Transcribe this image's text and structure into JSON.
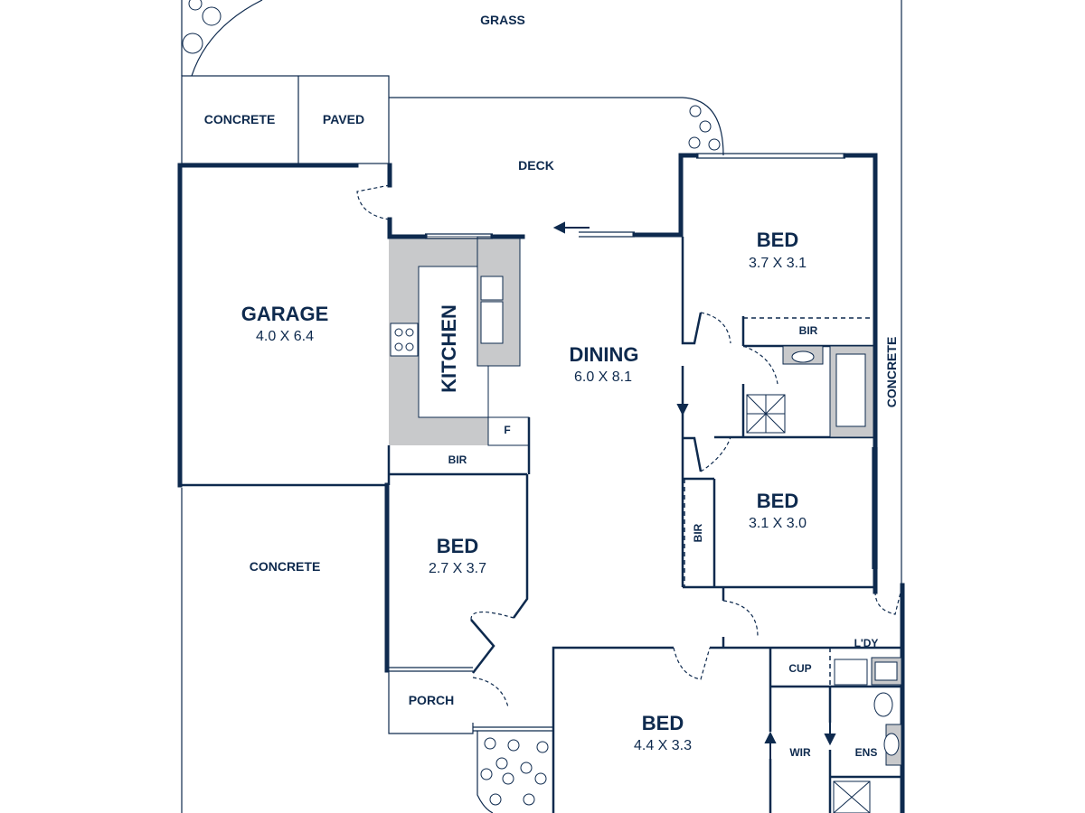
{
  "plan": {
    "colors": {
      "wall": "#0e2a4e",
      "kitchen_fill": "#c8c9cb",
      "line": "#0e2a4e"
    },
    "labels": {
      "grass": "GRASS",
      "concrete_top": "CONCRETE",
      "paved": "PAVED",
      "deck": "DECK",
      "garage": "GARAGE",
      "garage_dim": "4.0 X 6.4",
      "kitchen": "KITCHEN",
      "fridge": "F",
      "dining": "DINING",
      "dining_dim": "6.0 X 8.1",
      "bir_kitchen": "BIR",
      "bed_left": "BED",
      "bed_left_dim": "2.7 X 3.7",
      "concrete_left": "CONCRETE",
      "porch": "PORCH",
      "bed_top_right": "BED",
      "bed_top_right_dim": "3.7 X 3.1",
      "bir_top_right": "BIR",
      "concrete_right": "CONCRETE",
      "bed_mid_right": "BED",
      "bed_mid_right_dim": "3.1 X 3.0",
      "bir_mid_right": "BIR",
      "bed_bottom": "BED",
      "bed_bottom_dim": "4.4 X 3.3",
      "cup": "CUP",
      "laundry": "L'DY",
      "wir": "WIR",
      "ens": "ENS"
    }
  }
}
